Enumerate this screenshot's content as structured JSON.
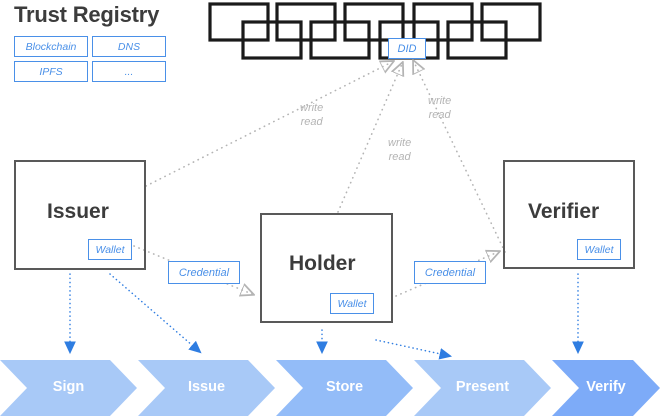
{
  "title": "Trust Registry",
  "colors": {
    "accent_blue": "#4a90e8",
    "chain_stroke": "#1a1a1a",
    "box_stroke": "#595959",
    "text_dark": "#3c3c3c",
    "annotation_gray": "#b4b4b4",
    "ribbon_light": "#a8c9f7",
    "ribbon_dark": "#7dabf8"
  },
  "trust_registry": {
    "chips": [
      {
        "label": "Blockchain"
      },
      {
        "label": "DNS"
      },
      {
        "label": "IPFS"
      },
      {
        "label": "..."
      }
    ]
  },
  "ledger": {
    "did_badge": "DID"
  },
  "actors": [
    {
      "name": "Issuer",
      "label": "Issuer",
      "wallet": "Wallet"
    },
    {
      "name": "Holder",
      "label": "Holder",
      "wallet": "Wallet"
    },
    {
      "name": "Verifier",
      "label": "Verifier",
      "wallet": "Wallet"
    }
  ],
  "credentials": [
    {
      "label": "Credential"
    },
    {
      "label": "Credential"
    }
  ],
  "annotations": [
    {
      "write": "write",
      "read": "read"
    },
    {
      "write": "write",
      "read": "read"
    },
    {
      "write": "write",
      "read": "read"
    }
  ],
  "flow": {
    "steps": [
      {
        "label": "Sign",
        "fill": "#a8c9f7"
      },
      {
        "label": "Issue",
        "fill": "#a8c9f7"
      },
      {
        "label": "Store",
        "fill": "#93bcf8"
      },
      {
        "label": "Present",
        "fill": "#a8c9f7"
      },
      {
        "label": "Verify",
        "fill": "#7dabf8"
      }
    ]
  }
}
